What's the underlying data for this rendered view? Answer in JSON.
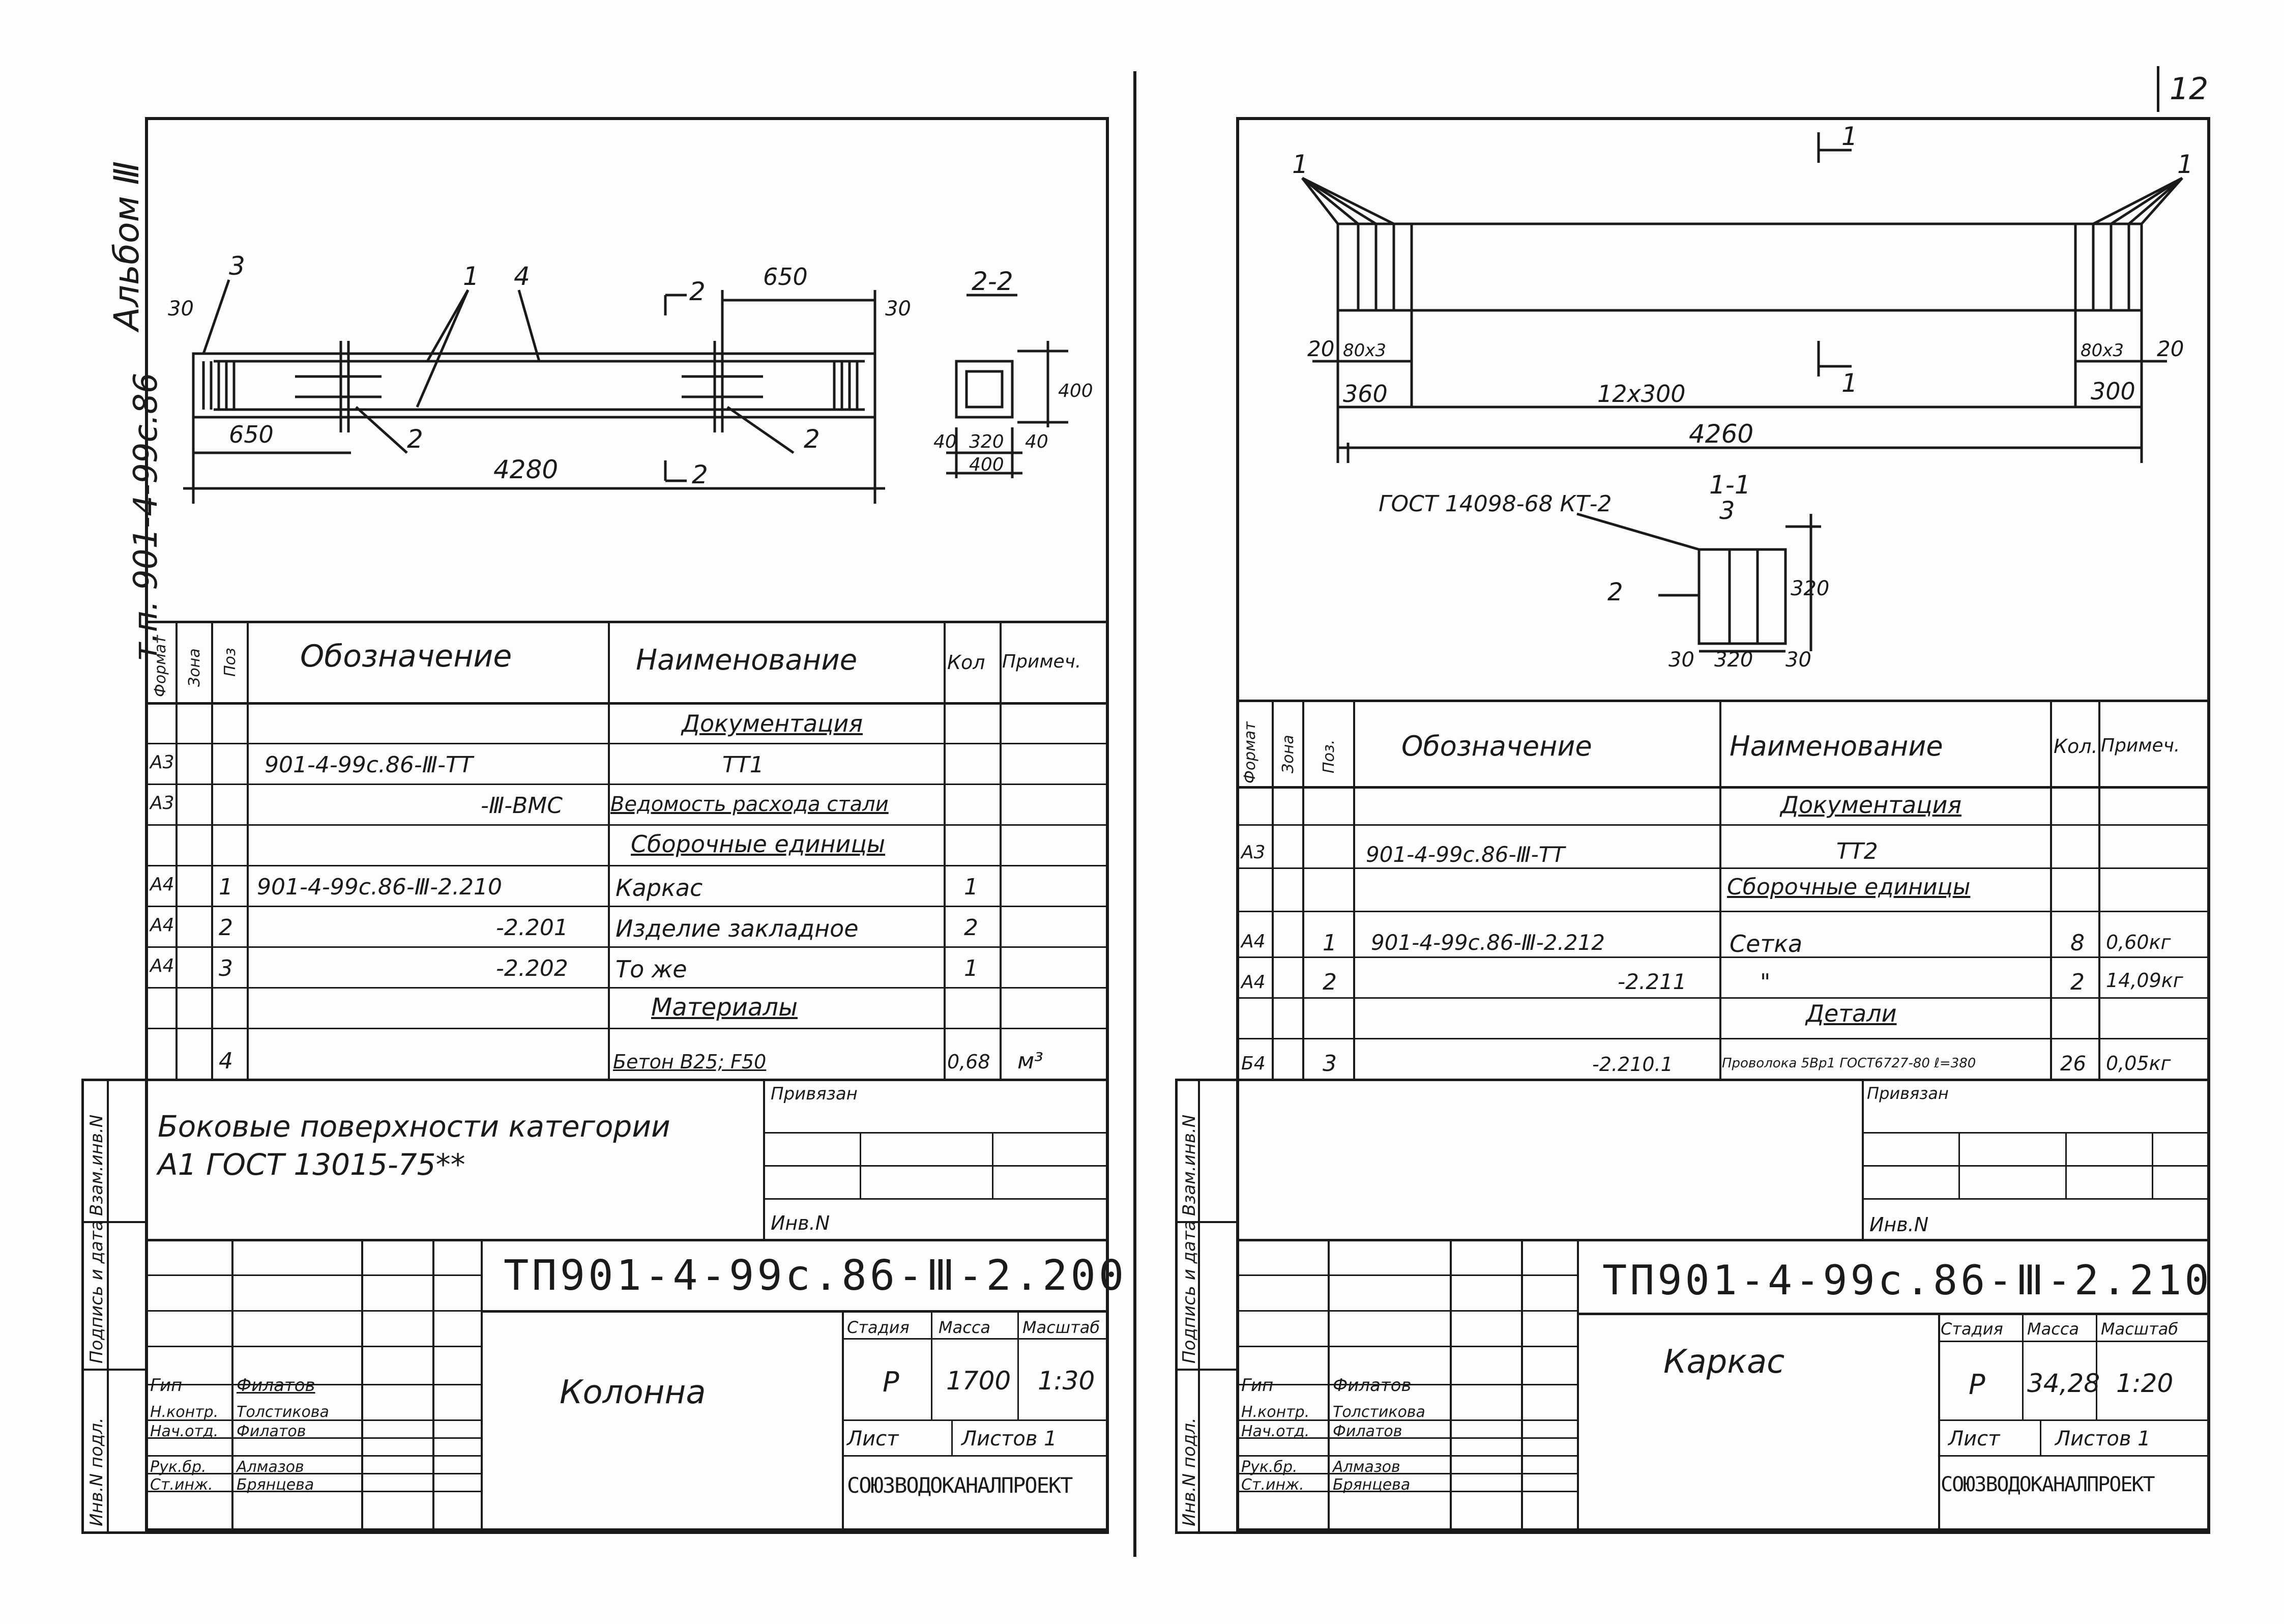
{
  "page_number": "12",
  "album_label": "Альбом Ⅲ",
  "project_code_vertical": "т.п. 901-4-99с.86",
  "left": {
    "drawing": {
      "dims": [
        "650",
        "30",
        "30",
        "650",
        "4280"
      ],
      "callouts": [
        "3",
        "1",
        "4",
        "2",
        "2",
        "2",
        "2"
      ],
      "section_label": "2-2",
      "section_dims": [
        "40",
        "320",
        "40",
        "400",
        "40",
        "320",
        "40",
        "400"
      ]
    },
    "spec_headers": {
      "format": "Формат",
      "zone": "Зона",
      "pos": "Поз",
      "designation": "Обозначение",
      "name": "Наименование",
      "qty": "Кол",
      "note": "Примеч."
    },
    "spec_rows": [
      {
        "format": "",
        "pos": "",
        "designation": "",
        "name": "Документация",
        "qty": "",
        "note": "",
        "heading": true
      },
      {
        "format": "А3",
        "pos": "",
        "designation": "901-4-99с.86-Ⅲ-ТТ",
        "name": "ТТ1",
        "qty": "",
        "note": ""
      },
      {
        "format": "А3",
        "pos": "",
        "designation": "-Ⅲ-ВМС",
        "name": "Ведомость расхода стали",
        "qty": "",
        "note": ""
      },
      {
        "format": "",
        "pos": "",
        "designation": "",
        "name": "Сборочные единицы",
        "qty": "",
        "note": "",
        "heading": true
      },
      {
        "format": "А4",
        "pos": "1",
        "designation": "901-4-99с.86-Ⅲ-2.210",
        "name": "Каркас",
        "qty": "1",
        "note": ""
      },
      {
        "format": "А4",
        "pos": "2",
        "designation": "-2.201",
        "name": "Изделие закладное",
        "qty": "2",
        "note": ""
      },
      {
        "format": "А4",
        "pos": "3",
        "designation": "-2.202",
        "name": "То же",
        "qty": "1",
        "note": ""
      },
      {
        "format": "",
        "pos": "",
        "designation": "",
        "name": "Материалы",
        "qty": "",
        "note": "",
        "heading": true
      },
      {
        "format": "",
        "pos": "4",
        "designation": "",
        "name": "Бетон В25; F50",
        "qty": "0,68",
        "note": "м³"
      }
    ],
    "note_text_1": "Боковые поверхности категории",
    "note_text_2": "А1 ГОСТ 13015-75**",
    "privyazan": "Привязан",
    "inv_n": "Инв.N",
    "doc_code": "ТП901-4-99с.86-Ⅲ-2.200",
    "title": "Колонна",
    "stage_label": "Стадия",
    "mass_label": "Масса",
    "scale_label": "Масштаб",
    "stage": "Р",
    "mass": "1700",
    "scale": "1:30",
    "sheet_label": "Лист",
    "sheets_label": "Листов 1",
    "org": "СОЮЗВОДОКАНАЛПРОЕКТ",
    "roles": [
      {
        "role": "Гип",
        "name": "Филатов"
      },
      {
        "role": "Н.контр.",
        "name": "Толстикова"
      },
      {
        "role": "Нач.отд.",
        "name": "Филатов"
      },
      {
        "role": "Рук.бр.",
        "name": "Алмазов"
      },
      {
        "role": "Ст.инж.",
        "name": "Брянцева"
      }
    ]
  },
  "right": {
    "drawing": {
      "dims": [
        "20",
        "80x3",
        "360",
        "12x300",
        "80x3",
        "20",
        "300",
        "4260"
      ],
      "callouts": [
        "1",
        "1",
        "1",
        "1"
      ],
      "gost_label": "ГОСТ 14098-68 КТ-2",
      "section_label": "1-1",
      "section_dims": [
        "30",
        "320",
        "30",
        "320",
        "30",
        "30",
        "3",
        "2"
      ]
    },
    "spec_headers": {
      "format": "Формат",
      "zone": "Зона",
      "pos": "Поз.",
      "designation": "Обозначение",
      "name": "Наименование",
      "qty": "Кол.",
      "note": "Примеч."
    },
    "spec_rows": [
      {
        "format": "",
        "pos": "",
        "designation": "",
        "name": "Документация",
        "qty": "",
        "note": "",
        "heading": true
      },
      {
        "format": "А3",
        "pos": "",
        "designation": "901-4-99с.86-Ⅲ-ТТ",
        "name": "ТТ2",
        "qty": "",
        "note": ""
      },
      {
        "format": "",
        "pos": "",
        "designation": "",
        "name": "Сборочные единицы",
        "qty": "",
        "note": "",
        "heading": true
      },
      {
        "format": "А4",
        "pos": "1",
        "designation": "901-4-99с.86-Ⅲ-2.212",
        "name": "Сетка",
        "qty": "8",
        "note": "0,60кг"
      },
      {
        "format": "А4",
        "pos": "2",
        "designation": "-2.211",
        "name": "\"",
        "qty": "2",
        "note": "14,09кг"
      },
      {
        "format": "",
        "pos": "",
        "designation": "",
        "name": "Детали",
        "qty": "",
        "note": "",
        "heading": true
      },
      {
        "format": "Б4",
        "pos": "3",
        "designation": "-2.210.1",
        "name": "Проволока 5Вр1 ГОСТ6727-80 ℓ=380",
        "qty": "26",
        "note": "0,05кг"
      }
    ],
    "privyazan": "Привязан",
    "inv_n": "Инв.N",
    "doc_code": "ТП901-4-99с.86-Ⅲ-2.210",
    "title": "Каркас",
    "stage_label": "Стадия",
    "mass_label": "Масса",
    "scale_label": "Масштаб",
    "stage": "Р",
    "mass": "34,28",
    "scale": "1:20",
    "sheet_label": "Лист",
    "sheets_label": "Листов 1",
    "org": "СОЮЗВОДОКАНАЛПРОЕКТ",
    "roles": [
      {
        "role": "Гип",
        "name": "Филатов"
      },
      {
        "role": "Н.контр.",
        "name": "Толстикова"
      },
      {
        "role": "Нач.отд.",
        "name": "Филатов"
      },
      {
        "role": "Рук.бр.",
        "name": "Алмазов"
      },
      {
        "role": "Ст.инж.",
        "name": "Брянцева"
      }
    ]
  },
  "margin_labels": [
    "Взам.инв.N",
    "Подпись и дата",
    "Инв.N подл."
  ]
}
